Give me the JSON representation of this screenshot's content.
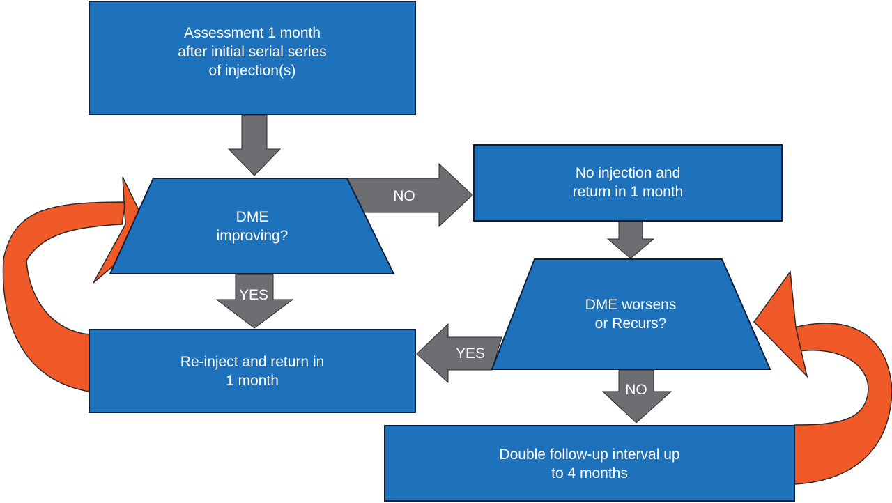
{
  "colors": {
    "box_fill": "#1e72bc",
    "box_stroke": "#0b1f3f",
    "arrow_gray": "#6d6e72",
    "loop_orange": "#ef5a28",
    "loop_stroke": "#2a2a2a",
    "text": "#ffffff"
  },
  "nodes": {
    "assessment": {
      "line1": "Assessment 1 month",
      "line2": "after initial serial series",
      "line3": "of injection(s)"
    },
    "dme_improving": {
      "line1": "DME",
      "line2": "improving?"
    },
    "no_injection": {
      "line1": "No injection and",
      "line2": "return in 1 month"
    },
    "dme_worsens": {
      "line1": "DME worsens",
      "line2": "or Recurs?"
    },
    "reinject": {
      "line1": "Re-inject and return in",
      "line2": "1 month"
    },
    "double_followup": {
      "line1": "Double follow-up interval up",
      "line2": "to 4 months"
    }
  },
  "edges": {
    "improving_no": "NO",
    "improving_yes": "YES",
    "worsens_yes": "YES",
    "worsens_no": "NO"
  }
}
